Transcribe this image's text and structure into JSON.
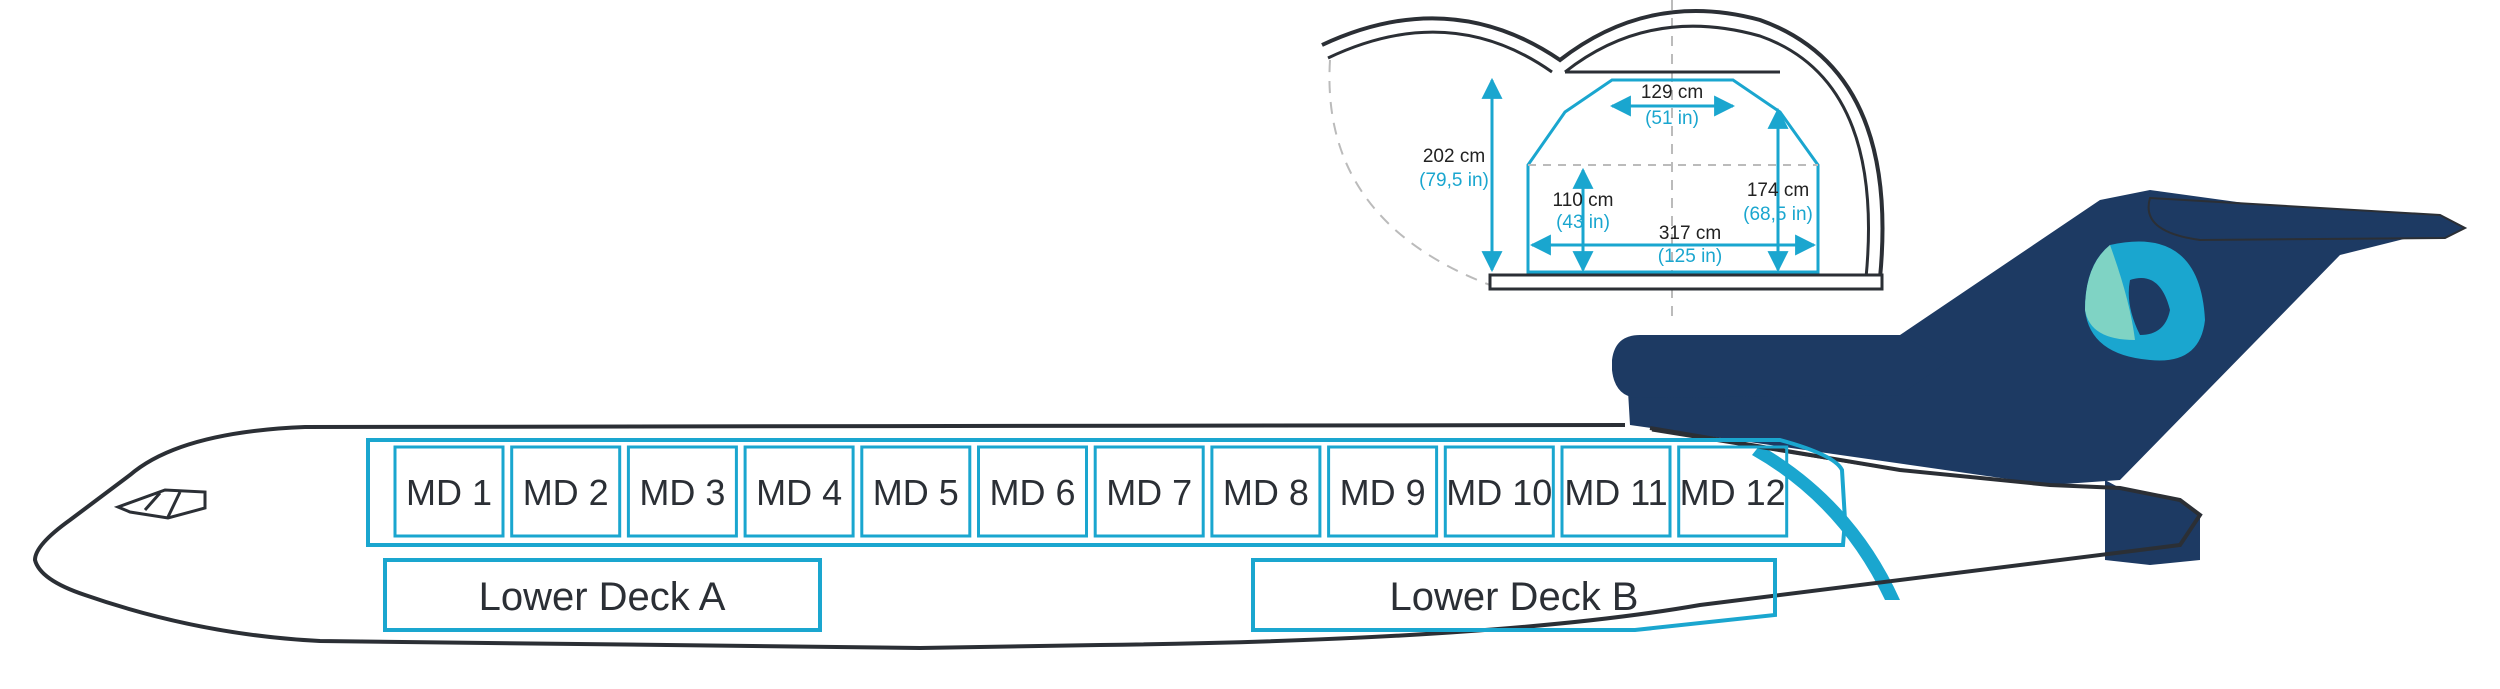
{
  "colors": {
    "accent": "#1aa6cf",
    "outline": "#2b2f35",
    "tail": "#1d3a63",
    "logo_light": "#7fd3c4",
    "logo_blue": "#1aa6cf"
  },
  "main_deck": {
    "positions": [
      "MD 1",
      "MD 2",
      "MD 3",
      "MD 4",
      "MD 5",
      "MD 6",
      "MD 7",
      "MD 8",
      "MD 9",
      "MD 10",
      "MD 11",
      "MD 12"
    ]
  },
  "lower_deck": {
    "a_label": "Lower Deck A",
    "b_label": "Lower Deck B"
  },
  "cross_section": {
    "top_width": {
      "metric": "129 cm",
      "imperial": "(51 in)"
    },
    "total_height": {
      "metric": "202 cm",
      "imperial": "(79,5 in)"
    },
    "side_height": {
      "metric": "110 cm",
      "imperial": "(43 in)"
    },
    "door_height": {
      "metric": "174 cm",
      "imperial": "(68,5 in)"
    },
    "floor_width": {
      "metric": "317 cm",
      "imperial": "(125 in)"
    }
  }
}
